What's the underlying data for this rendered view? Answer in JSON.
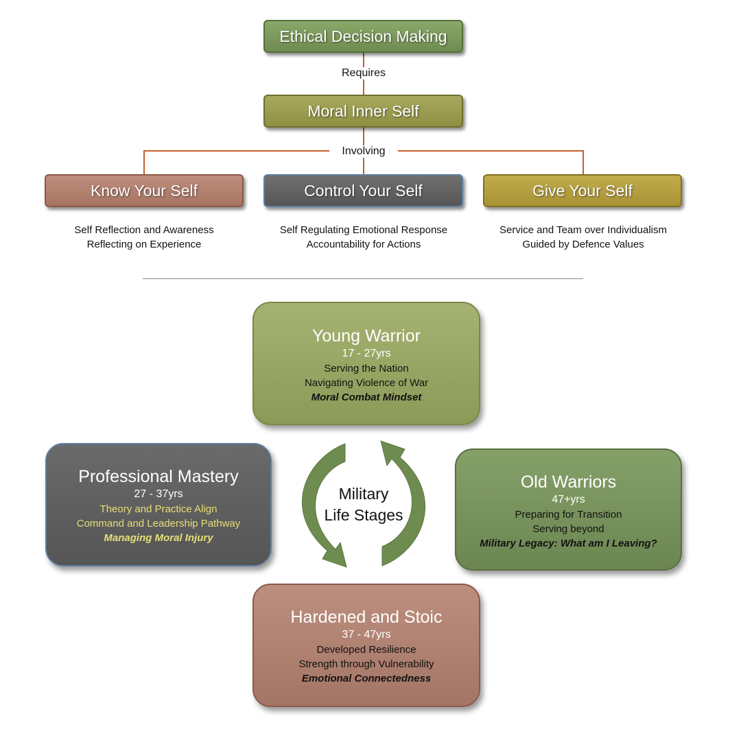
{
  "top": {
    "ethical": "Ethical Decision Making",
    "requires": "Requires",
    "moral": "Moral Inner Self",
    "involving": "Involving"
  },
  "pillars": [
    {
      "title": "Know Your Self",
      "lines": [
        "Self Reflection and Awareness",
        "Reflecting on Experience"
      ]
    },
    {
      "title": "Control Your Self",
      "lines": [
        "Self Regulating Emotional Response",
        "Accountability for Actions"
      ]
    },
    {
      "title": "Give Your Self",
      "lines": [
        "Service and Team over Individualism",
        "Guided by Defence Values"
      ]
    }
  ],
  "cycle": {
    "center": [
      "Military",
      "Life Stages"
    ],
    "stages": {
      "young": {
        "title": "Young Warrior",
        "years": "17 - 27yrs",
        "lines": [
          "Serving the Nation",
          "Navigating Violence of War"
        ],
        "emphasis": "Moral Combat Mindset"
      },
      "professional": {
        "title": "Professional Mastery",
        "years": "27 - 37yrs",
        "lines": [
          "Theory and Practice Align",
          "Command and Leadership Pathway"
        ],
        "emphasis": "Managing Moral Injury"
      },
      "old": {
        "title": "Old Warriors",
        "years": "47+yrs",
        "lines": [
          "Preparing for Transition",
          "Serving beyond"
        ],
        "emphasis": "Military Legacy: What am I Leaving?"
      },
      "hardened": {
        "title": "Hardened and Stoic",
        "years": "37 - 47yrs",
        "lines": [
          "Developed Resilience",
          "Strength through Vulnerability"
        ],
        "emphasis": "Emotional Connectedness"
      }
    }
  },
  "colors": {
    "connector": "#c45f2b",
    "arrow": "#6f8c50"
  }
}
